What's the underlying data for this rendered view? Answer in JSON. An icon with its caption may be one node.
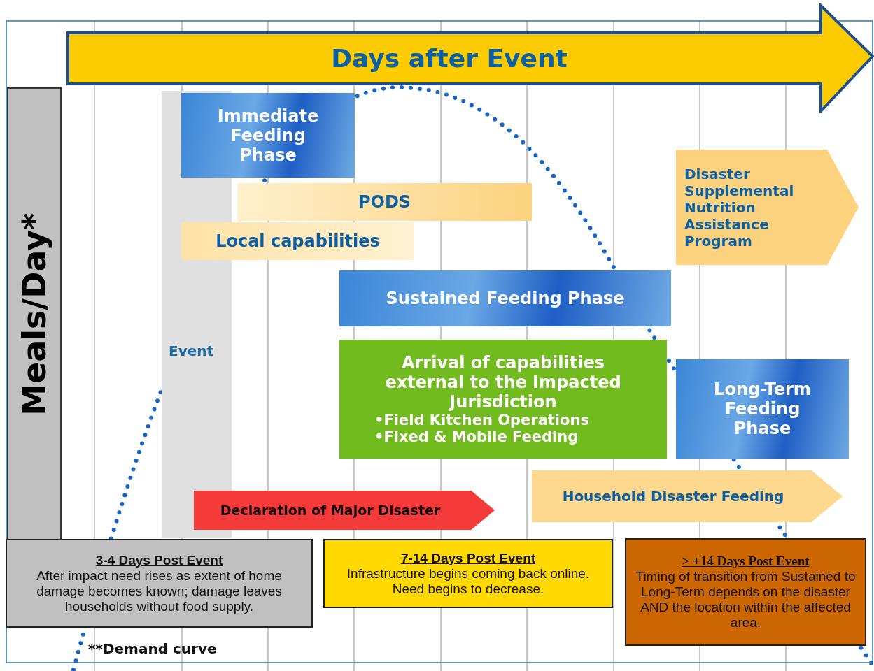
{
  "diagram": {
    "nodes": [
      {
        "text": [
          "Days after Event"
        ]
      },
      {
        "text": [
          "Meals/Day*"
        ]
      },
      {
        "text": [
          "Event"
        ]
      },
      {
        "text": [
          "Immediate Feeding Phase"
        ]
      },
      {
        "text": [
          "PODS"
        ]
      },
      {
        "text": [
          "Local capabilities"
        ]
      },
      {
        "text": [
          "Disaster Supplemental Nutrition Assistance Program"
        ]
      },
      {
        "text": [
          "Sustained Feeding Phase"
        ]
      },
      {
        "text": [
          "Arrival of capabilities external to the Impacted Jurisdiction",
          "•Field Kitchen Operations",
          "•Fixed & Mobile Feeding"
        ]
      },
      {
        "text": [
          "Long-Term Feeding Phase"
        ]
      },
      {
        "text": [
          "Declaration of Major Disaster"
        ]
      },
      {
        "text": [
          "Household Disaster Feeding"
        ]
      },
      {
        "text": [
          "3-4 Days Post Event",
          "After impact need rises as extent of home damage becomes known; damage leaves households without food supply."
        ]
      },
      {
        "text": [
          "7-14 Days Post Event",
          "Infrastructure begins coming back online. Need begins to decrease."
        ]
      },
      {
        "text": [
          "> +14 Days Post Event",
          "Timing of transition from Sustained to Long-Term depends on the disaster AND the location within the affected area."
        ]
      }
    ],
    "labels": [
      "**Demand curve"
    ]
  }
}
